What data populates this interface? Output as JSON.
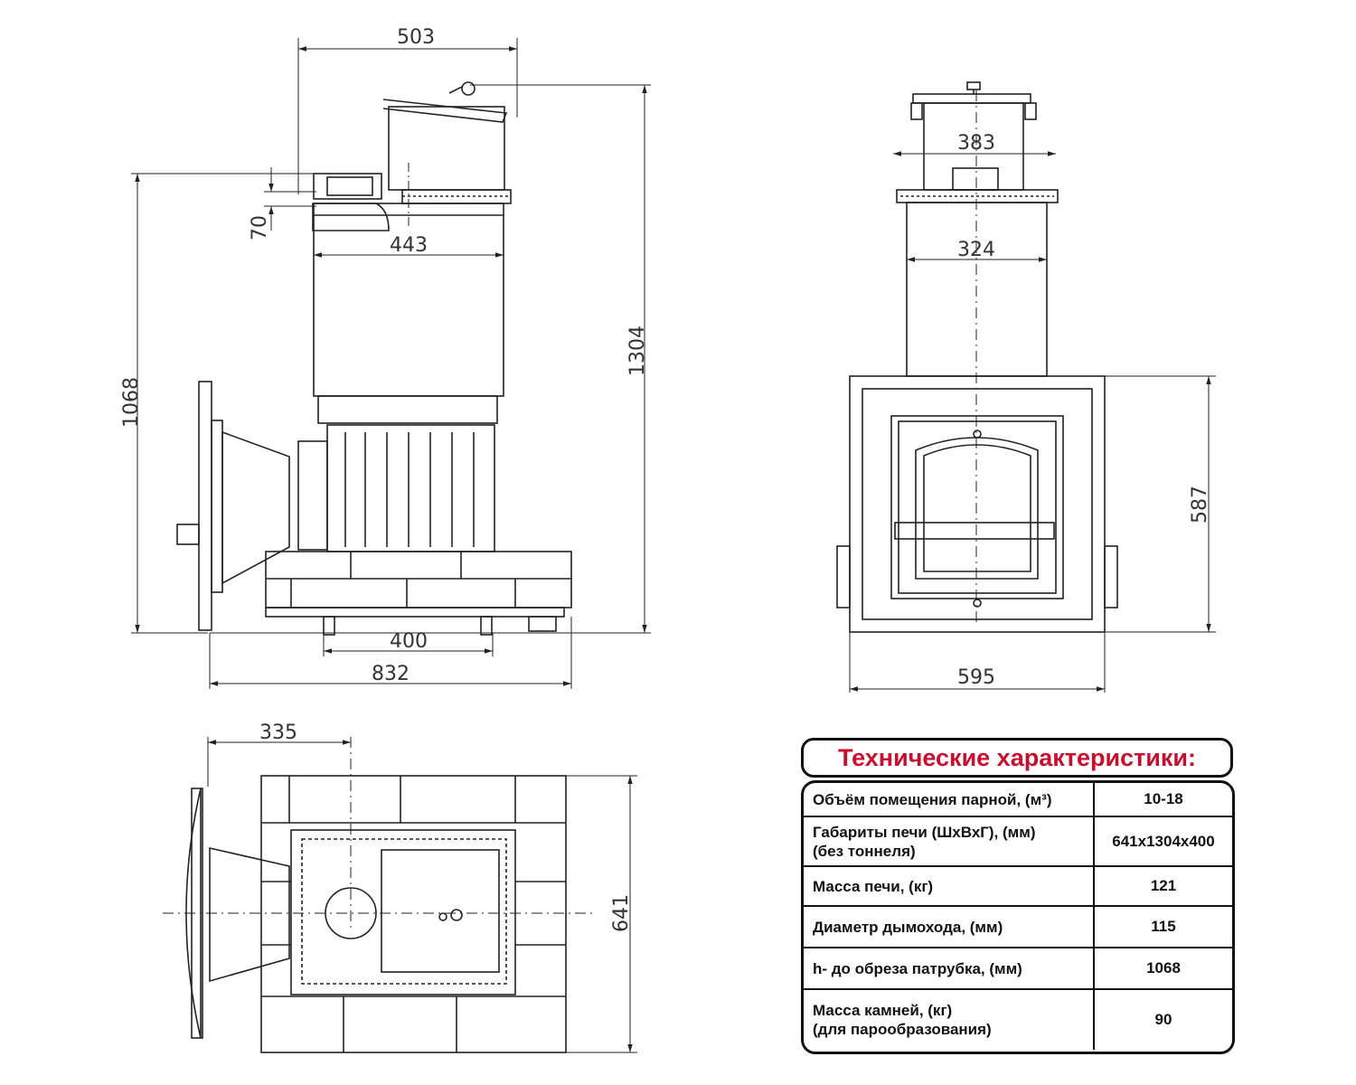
{
  "dimensions": {
    "side_view": {
      "top_width": "503",
      "height_to_pipe": "1068",
      "total_height": "1304",
      "pipe_offset": "70",
      "tank_width": "443",
      "leg_spacing": "400",
      "overall_depth": "832"
    },
    "front_view": {
      "tank_outer": "383",
      "tank_inner": "324",
      "firebox_height": "587",
      "overall_width": "595"
    },
    "plan_view": {
      "pipe_axis": "335",
      "overall_width": "641"
    }
  },
  "spec_table": {
    "title": "Технические характеристики:",
    "rows": [
      {
        "param": [
          "Объём помещения парной, (м³)"
        ],
        "value": "10-18"
      },
      {
        "param": [
          "Габариты печи (ШхВхГ), (мм)",
          " (без тоннеля)"
        ],
        "value": "641х1304х400"
      },
      {
        "param": [
          "Масса печи, (кг)"
        ],
        "value": "121"
      },
      {
        "param": [
          "Диаметр дымохода, (мм)"
        ],
        "value": "115"
      },
      {
        "param": [
          "h- до обреза патрубка, (мм)"
        ],
        "value": "1068"
      },
      {
        "param": [
          "Масса камней, (кг)",
          "(для парообразования)"
        ],
        "value": "90"
      }
    ],
    "title_color": "#c8102e"
  }
}
